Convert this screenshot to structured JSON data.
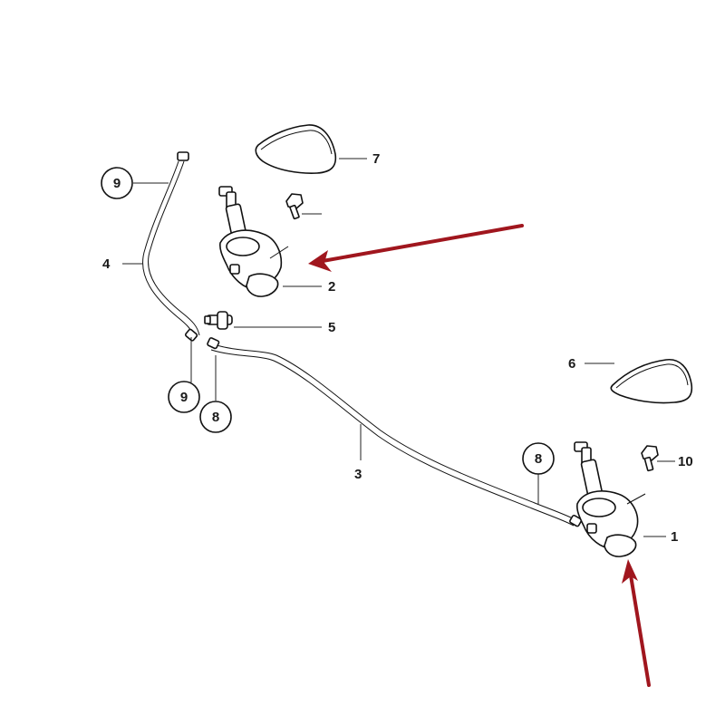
{
  "callouts": {
    "c1": "1",
    "c2": "2",
    "c3": "3",
    "c4": "4",
    "c5": "5",
    "c6": "6",
    "c7": "7",
    "c8a": "8",
    "c8b": "8",
    "c9a": "9",
    "c9b": "9",
    "c10": "10"
  },
  "colors": {
    "arrow": "#a0161e",
    "line": "#111111",
    "background": "#ffffff"
  }
}
